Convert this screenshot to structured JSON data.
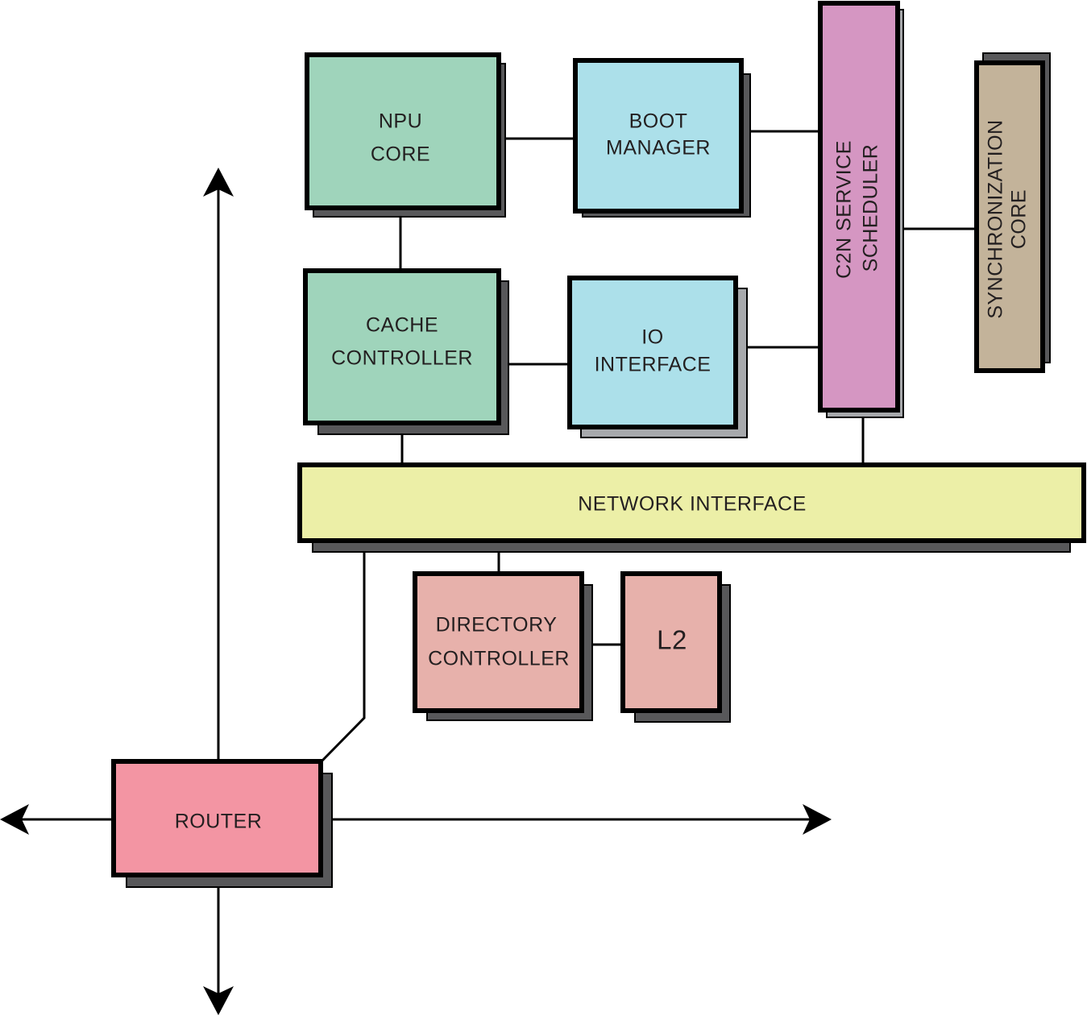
{
  "blocks": {
    "npu_core": {
      "lines": [
        "NPU",
        "CORE"
      ],
      "color": "#9fd4bb"
    },
    "boot_manager": {
      "lines": [
        "BOOT",
        "MANAGER"
      ],
      "color": "#ace0ea"
    },
    "c2n_scheduler": {
      "lines": [
        "C2N SERVICE",
        "SCHEDULER"
      ],
      "color": "#d596c2"
    },
    "sync_core": {
      "lines": [
        "SYNCHRONIZATION",
        "CORE"
      ],
      "color": "#c3b39a"
    },
    "cache_controller": {
      "lines": [
        "CACHE",
        "CONTROLLER"
      ],
      "color": "#9fd4bb"
    },
    "io_interface": {
      "lines": [
        "IO",
        "INTERFACE"
      ],
      "color": "#ace0ea"
    },
    "network_interface": {
      "lines": [
        "NETWORK INTERFACE"
      ],
      "color": "#ecefa7"
    },
    "directory_controller": {
      "lines": [
        "DIRECTORY",
        "CONTROLLER"
      ],
      "color": "#e7b1ab"
    },
    "l2": {
      "lines": [
        "L2"
      ],
      "color": "#e7b1ab"
    },
    "router": {
      "lines": [
        "ROUTER"
      ],
      "color": "#f395a3"
    }
  }
}
